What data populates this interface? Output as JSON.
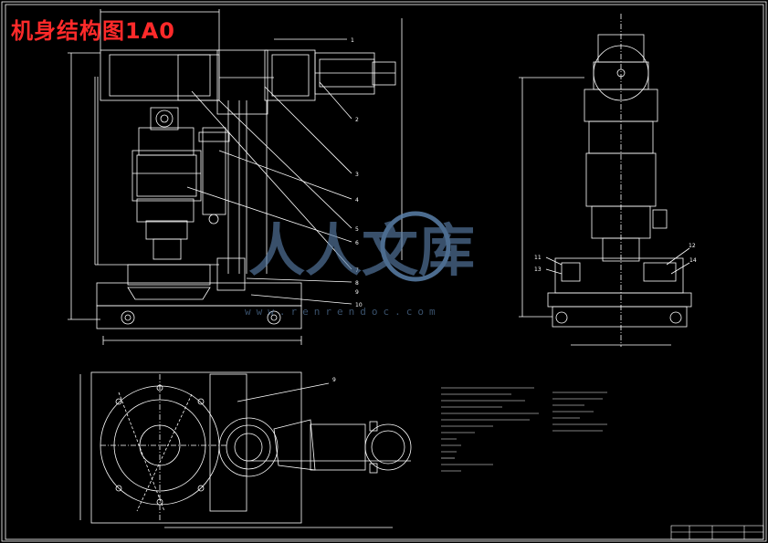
{
  "title": "机身结构图1A0",
  "watermark": {
    "brand_text": "人人文库",
    "url_text": "www.renrendoc.com"
  },
  "callouts": {
    "front_view": [
      "1",
      "2",
      "3",
      "4",
      "5",
      "6",
      "7",
      "8",
      "9",
      "10"
    ],
    "side_view": [
      "11",
      "12",
      "13",
      "14"
    ],
    "plan_view": [
      "9"
    ]
  },
  "colors": {
    "background": "#000000",
    "lines": "#ffffff",
    "title_red": "#ff2a2a",
    "watermark_blue": "#5a7fa8"
  }
}
